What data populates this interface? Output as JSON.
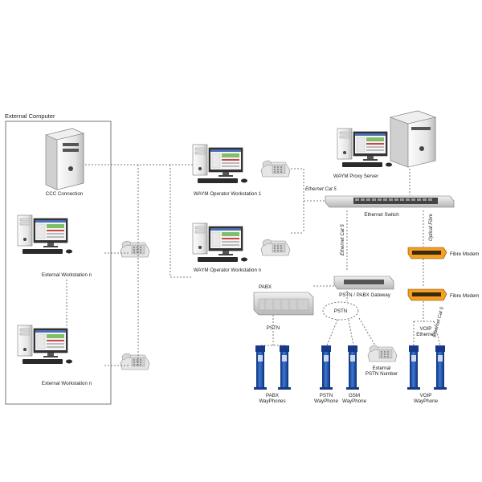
{
  "group_title": "External Computer",
  "labels": {
    "ccc_connection": "CCC Connection",
    "ext_ws_1": "External Workstation n",
    "ext_ws_2": "External Workstation n",
    "op_ws_1": "WAYM Operator Workstation 1",
    "op_ws_n": "WAYM Operator Workstation n",
    "proxy_server": "WAYM Proxy Server",
    "ethernet_switch": "Ethernet Switch",
    "ethernet_cat5_top": "Ethernet Cat 5",
    "ethernet_cat5_vertical": "Ethernet Cat 5",
    "optical_fibre": "Optical Fibre",
    "fibre_modem_1": "Fibre Modem",
    "fibre_modem_2": "Fibre Modem",
    "pstn_pabx_gateway": "PSTN / PABX Gateway",
    "pabx": "PABX",
    "pstn_left": "PSTN",
    "pstn_cloud": "PSTN",
    "external_pstn_number_1": "External",
    "external_pstn_number_2": "PSTN Number",
    "voip_ethernet_1": "VOIP",
    "voip_ethernet_2": "Ethernet",
    "ethernet_cat5_diag": "Ethernet Cat 5",
    "pabx_wayphones_1": "PABX",
    "pabx_wayphones_2": "WayPhones",
    "pstn_wayphone_1": "PSTN",
    "pstn_wayphone_2": "WayPhone",
    "gsm_wayphone_1": "GSM",
    "gsm_wayphone_2": "WayPhone",
    "voip_wayphone_1": "VOIP",
    "voip_wayphone_2": "WayPhone"
  },
  "colors": {
    "modem_orange": "#f4a020",
    "wayphone_blue": "#1f4ea8",
    "screen_green": "#7fbf6a"
  }
}
